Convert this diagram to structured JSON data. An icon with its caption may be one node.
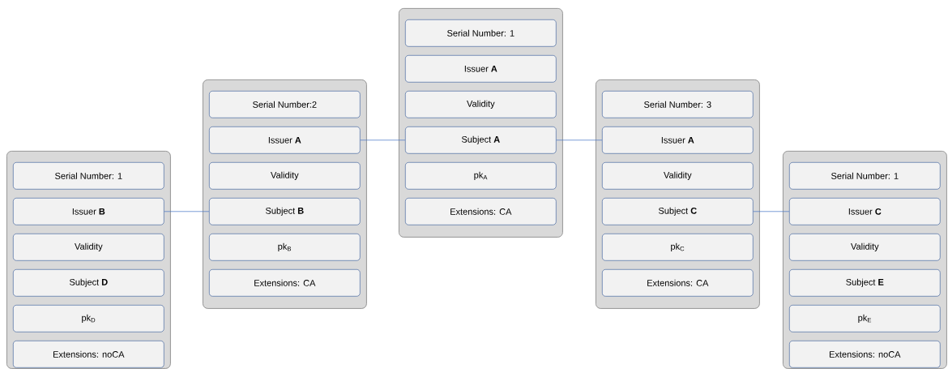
{
  "diagram": {
    "nodes": [
      {
        "text": [],
        "shape": "box"
      },
      {
        "text": [
          "Serial Number: 1"
        ],
        "in": 0
      },
      {
        "text": [
          "Issuer **B**"
        ],
        "in": 0
      },
      {
        "text": [
          "Validity"
        ],
        "in": 0
      },
      {
        "text": [
          "Subject **D**"
        ],
        "in": 0
      },
      {
        "text": [
          "pk$_{D}$"
        ],
        "in": 0
      },
      {
        "text": [
          "Extensions: noCA"
        ],
        "in": 0
      },
      {
        "text": [],
        "shape": "box"
      },
      {
        "text": [
          "Serial Number:2"
        ],
        "in": 7
      },
      {
        "text": [
          "Issuer **A**"
        ],
        "in": 7
      },
      {
        "text": [
          "Validity"
        ],
        "in": 7
      },
      {
        "text": [
          "Subject **B**"
        ],
        "in": 7
      },
      {
        "text": [
          "pk$_{B}$"
        ],
        "in": 7
      },
      {
        "text": [
          "Extensions: CA"
        ],
        "in": 7
      },
      {
        "text": [],
        "shape": "box"
      },
      {
        "text": [
          "Serial Number: 1"
        ],
        "in": 14
      },
      {
        "text": [
          "Issuer **A**"
        ],
        "in": 14
      },
      {
        "text": [
          "Validity"
        ],
        "in": 14
      },
      {
        "text": [
          "Subject **A**"
        ],
        "in": 14
      },
      {
        "text": [
          "pk$_{A}$"
        ],
        "in": 14
      },
      {
        "text": [
          "Extensions: CA"
        ],
        "in": 14
      },
      {
        "text": [],
        "shape": "box"
      },
      {
        "text": [
          "Serial Number: 3"
        ],
        "in": 21
      },
      {
        "text": [
          "Issuer **A**"
        ],
        "in": 21
      },
      {
        "text": [
          "Validity"
        ],
        "in": 21
      },
      {
        "text": [
          "Subject **C**"
        ],
        "in": 21
      },
      {
        "text": [
          "pk$_{C}$"
        ],
        "in": 21
      },
      {
        "text": [
          "Extensions: CA"
        ],
        "in": 21
      },
      {
        "text": [],
        "shape": "box"
      },
      {
        "text": [
          "Serial Number: 1"
        ],
        "in": 28
      },
      {
        "text": [
          "Issuer **C**"
        ],
        "in": 28
      },
      {
        "text": [
          "Validity"
        ],
        "in": 28
      },
      {
        "text": [
          "Subject **E**"
        ],
        "in": 28
      },
      {
        "text": [
          "pk$_{E}$"
        ],
        "in": 28
      },
      {
        "text": [
          "Extensions: noCA"
        ],
        "in": 28
      }
    ],
    "edges": [
      {
        "from": 2,
        "to": 11,
        "arrow": "none"
      },
      {
        "from": 9,
        "to": 18,
        "arrow": "none"
      },
      {
        "from": 18,
        "to": 23,
        "arrow": "none"
      },
      {
        "from": 25,
        "to": 30,
        "arrow": "none"
      }
    ]
  }
}
